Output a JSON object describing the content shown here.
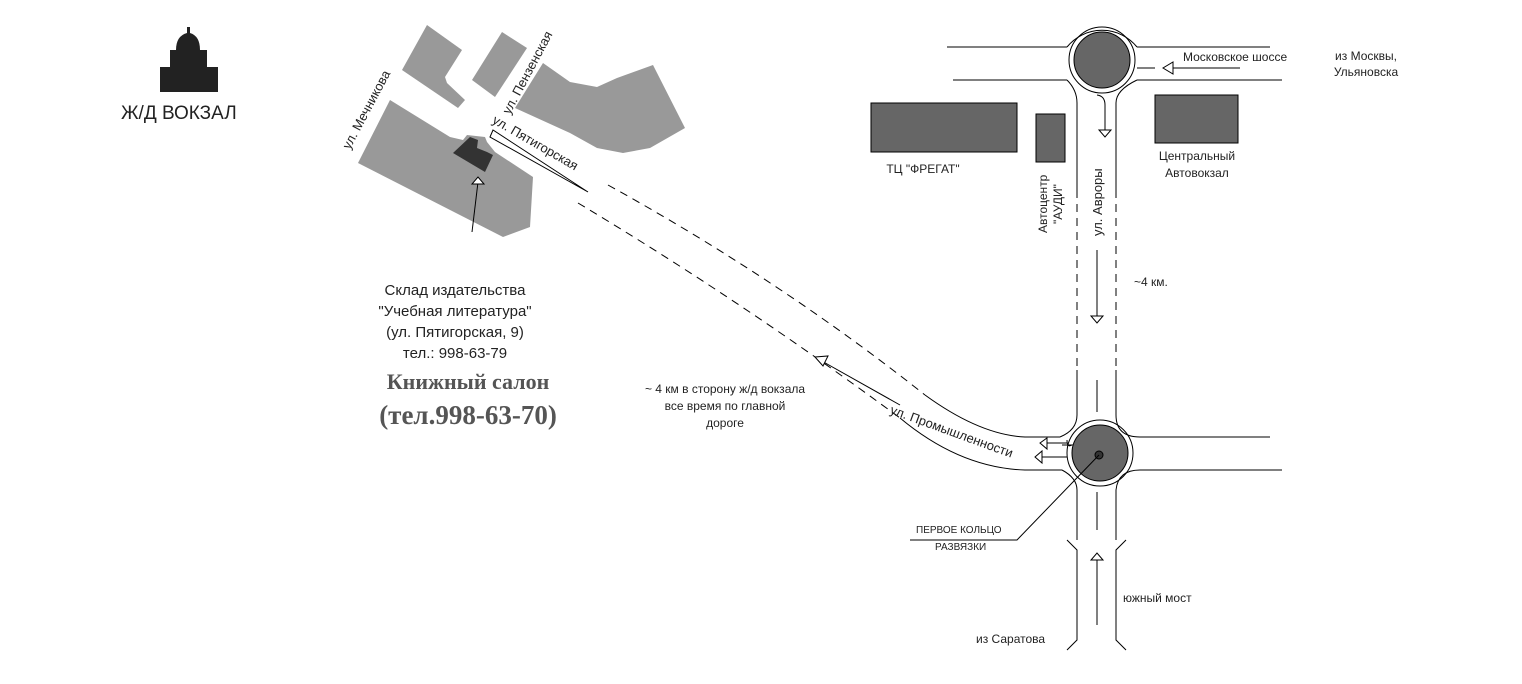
{
  "station": {
    "label": "Ж/Д ВОКЗАЛ"
  },
  "streets": {
    "mechnikova": "ул. Мечникова",
    "penzenskaya": "ул. Пензенская",
    "pyatigorskaya": "ул. Пятигорская",
    "avrory": "ул. Авроры",
    "promyshlennosti": "ул. Промышленности",
    "moskovskoe": "Московское шоссе"
  },
  "warehouse": {
    "lines": [
      "Склад издательства",
      "\"Учебная литература\"",
      "(ул. Пятигорская, 9)",
      "тел.: 998-63-79"
    ],
    "salon_title": "Книжный салон",
    "salon_phone": "(тел.998-63-70)"
  },
  "directions": {
    "to_station": [
      "~ 4 км в сторону ж/д вокзала",
      "все время по главной",
      "дороге"
    ],
    "distance": "~4 км.",
    "from_moscow": [
      "из Москвы,",
      "Ульяновска"
    ],
    "from_saratov": "из Саратова",
    "bridge": "южный мост",
    "ring": [
      "ПЕРВОЕ КОЛЬЦО",
      "РАЗВЯЗКИ"
    ]
  },
  "landmarks": {
    "fregat": "ТЦ \"ФРЕГАТ\"",
    "audi": [
      "Автоцентр",
      "\"АУДИ\""
    ],
    "bus_station": [
      "Центральный",
      "Автовокзал"
    ]
  },
  "colors": {
    "block": "#999999",
    "building": "#666666",
    "target": "#333333",
    "salon": "#555555"
  }
}
